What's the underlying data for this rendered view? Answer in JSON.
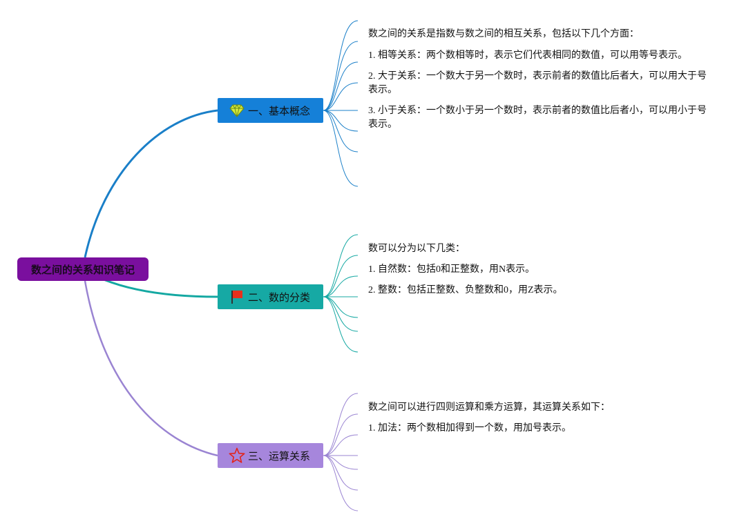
{
  "root": {
    "title": "数之间的关系知识笔记",
    "color": "#7a0f9e"
  },
  "branches": [
    {
      "label": "一、基本概念",
      "icon": "diamond-icon",
      "color": "#1580d8",
      "line_color": "#1a7fc8",
      "notes": [
        "数之间的关系是指数与数之间的相互关系，包括以下几个方面：",
        "1. 相等关系：两个数相等时，表示它们代表相同的数值，可以用等号表示。",
        "2. 大于关系：一个数大于另一个数时，表示前者的数值比后者大，可以用大于号表示。",
        "3. 小于关系：一个数小于另一个数时，表示前者的数值比后者小，可以用小于号表示。"
      ]
    },
    {
      "label": "二、数的分类",
      "icon": "flag-icon",
      "color": "#16a9a4",
      "line_color": "#14a8a2",
      "notes": [
        "数可以分为以下几类：",
        "1. 自然数：包括0和正整数，用N表示。",
        "2. 整数：包括正整数、负整数和0，用Z表示。"
      ]
    },
    {
      "label": "三、运算关系",
      "icon": "star-icon",
      "color": "#a686dc",
      "line_color": "#9a84d2",
      "notes": [
        "数之间可以进行四则运算和乘方运算，其运算关系如下：",
        "1. 加法：两个数相加得到一个数，用加号表示。"
      ]
    }
  ]
}
